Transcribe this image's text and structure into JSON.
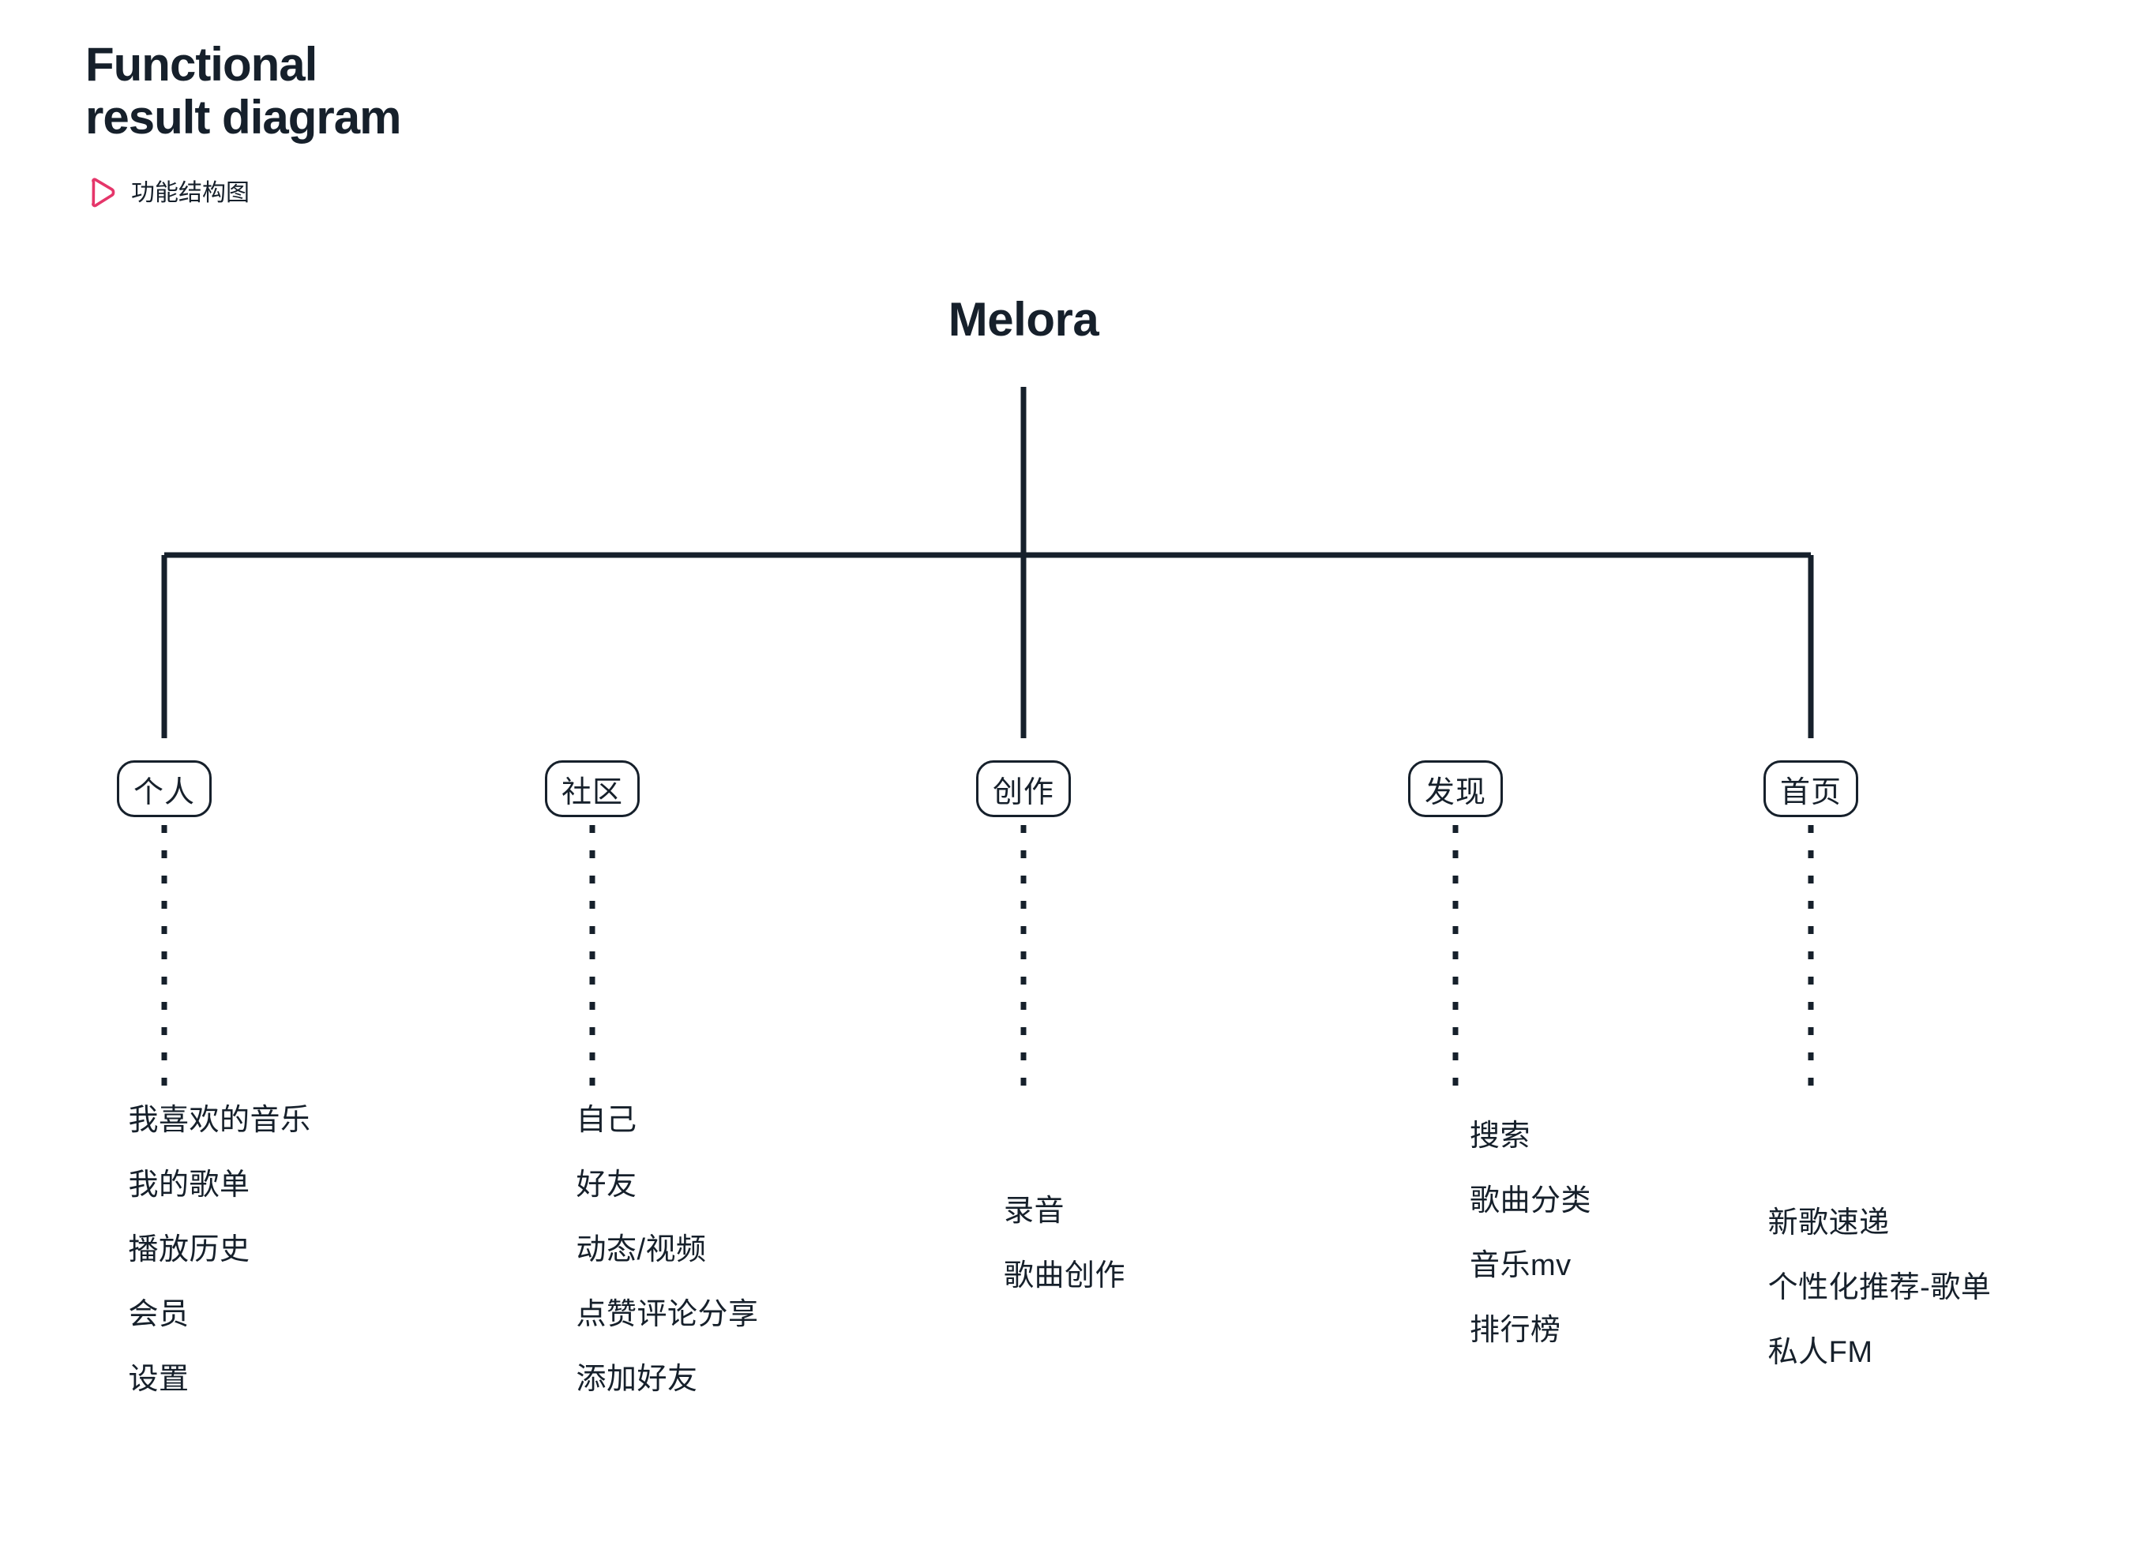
{
  "header": {
    "title": "Functional\nresult diagram",
    "subtitle": "功能结构图",
    "icon": "play-triangle-icon",
    "accent_color": "#e5366a",
    "text_color": "#16202b"
  },
  "diagram": {
    "root": {
      "label": "Melora"
    },
    "branches": [
      {
        "label": "个人",
        "has_trunk_connector": true,
        "leaves": [
          "我喜欢的音乐",
          "我的歌单",
          "播放历史",
          "会员",
          "设置"
        ]
      },
      {
        "label": "社区",
        "has_trunk_connector": false,
        "leaves": [
          "自己",
          "好友",
          "动态/视频",
          "点赞评论分享",
          "添加好友"
        ]
      },
      {
        "label": "创作",
        "has_trunk_connector": true,
        "leaves": [
          "录音",
          "歌曲创作"
        ]
      },
      {
        "label": "发现",
        "has_trunk_connector": false,
        "leaves": [
          "搜索",
          "歌曲分类",
          "音乐mv",
          "排行榜"
        ]
      },
      {
        "label": "首页",
        "has_trunk_connector": true,
        "leaves": [
          "新歌速递",
          "个性化推荐-歌单",
          "私人FM"
        ]
      }
    ]
  }
}
